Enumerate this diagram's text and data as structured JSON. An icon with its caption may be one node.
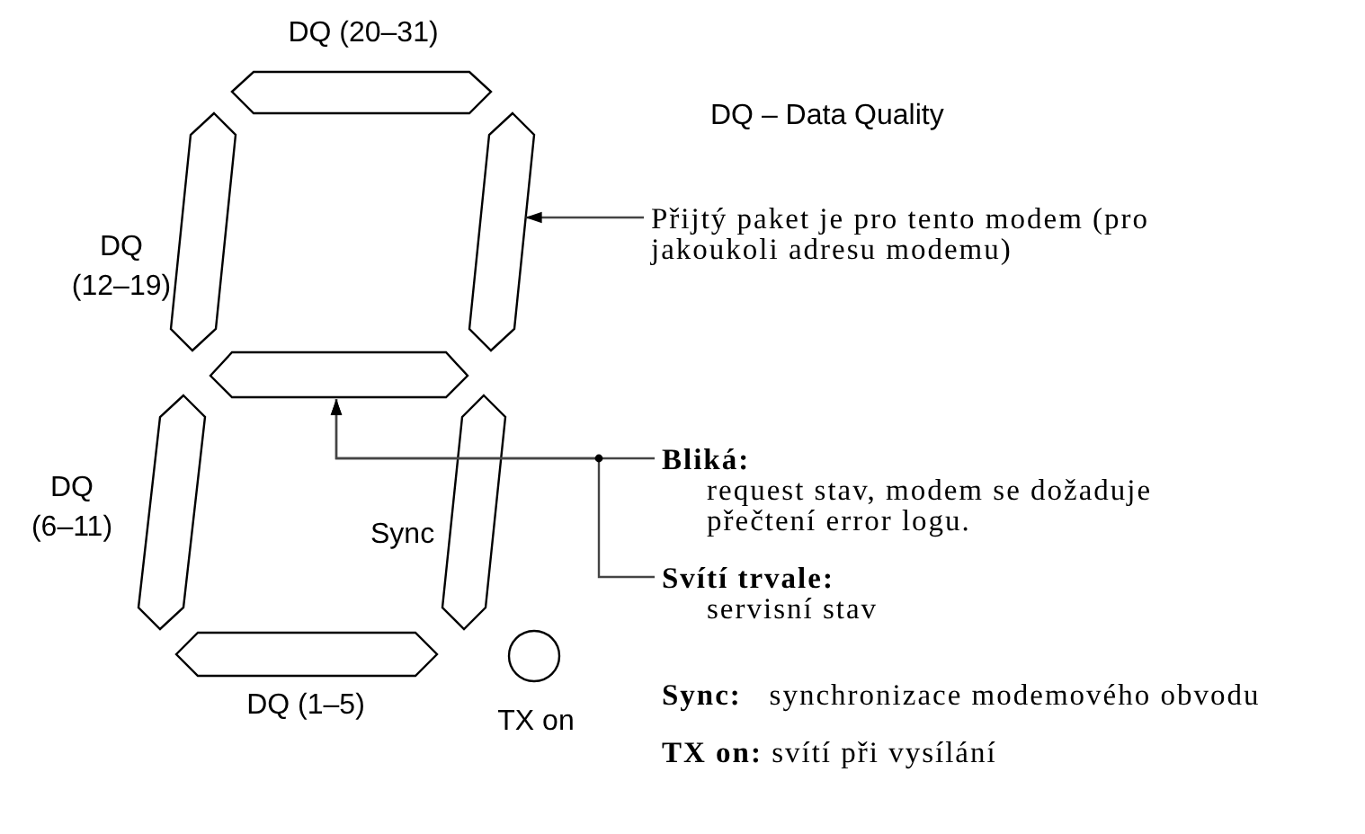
{
  "diagram": {
    "nodes": [
      {
        "text": [],
        "shape": "bar",
        "beside": [
          "DQ (20–31)"
        ]
      },
      {
        "text": [],
        "shape": "bar",
        "beside": [
          "DQ (12–19)"
        ]
      },
      {
        "text": [],
        "shape": "bar"
      },
      {
        "text": [
          "Přijtý paket je pro tento modem (pro jakoukoli adresu modemu)"
        ]
      },
      {
        "text": [],
        "shape": "bar"
      },
      {
        "text": [
          "Bliká:",
          "request stav, modem se dožaduje přečtení error logu."
        ]
      },
      {
        "text": [],
        "shape": "bar",
        "beside": [
          "DQ (6–11)"
        ]
      },
      {
        "text": [],
        "shape": "bar",
        "beside": [
          "Sync"
        ]
      },
      {
        "text": [
          "Svítí trvale:",
          "servisní stav"
        ]
      },
      {
        "text": [],
        "shape": "bar",
        "beside": [
          "DQ (1–5)"
        ]
      },
      {
        "text": [],
        "shape": "circle",
        "beside": [
          "TX on"
        ]
      }
    ],
    "edges": [
      {
        "from": 3,
        "to": 2,
        "arrow": "to"
      },
      {
        "from": 5,
        "to": 4,
        "arrow": "to"
      },
      {
        "from": 8,
        "to": 4,
        "arrow": "to"
      }
    ],
    "labels": [
      "DQ – Data Quality",
      "**Sync:**   synchronizace modemového obvodu",
      "**TX on:** svítí při vysílání"
    ]
  }
}
